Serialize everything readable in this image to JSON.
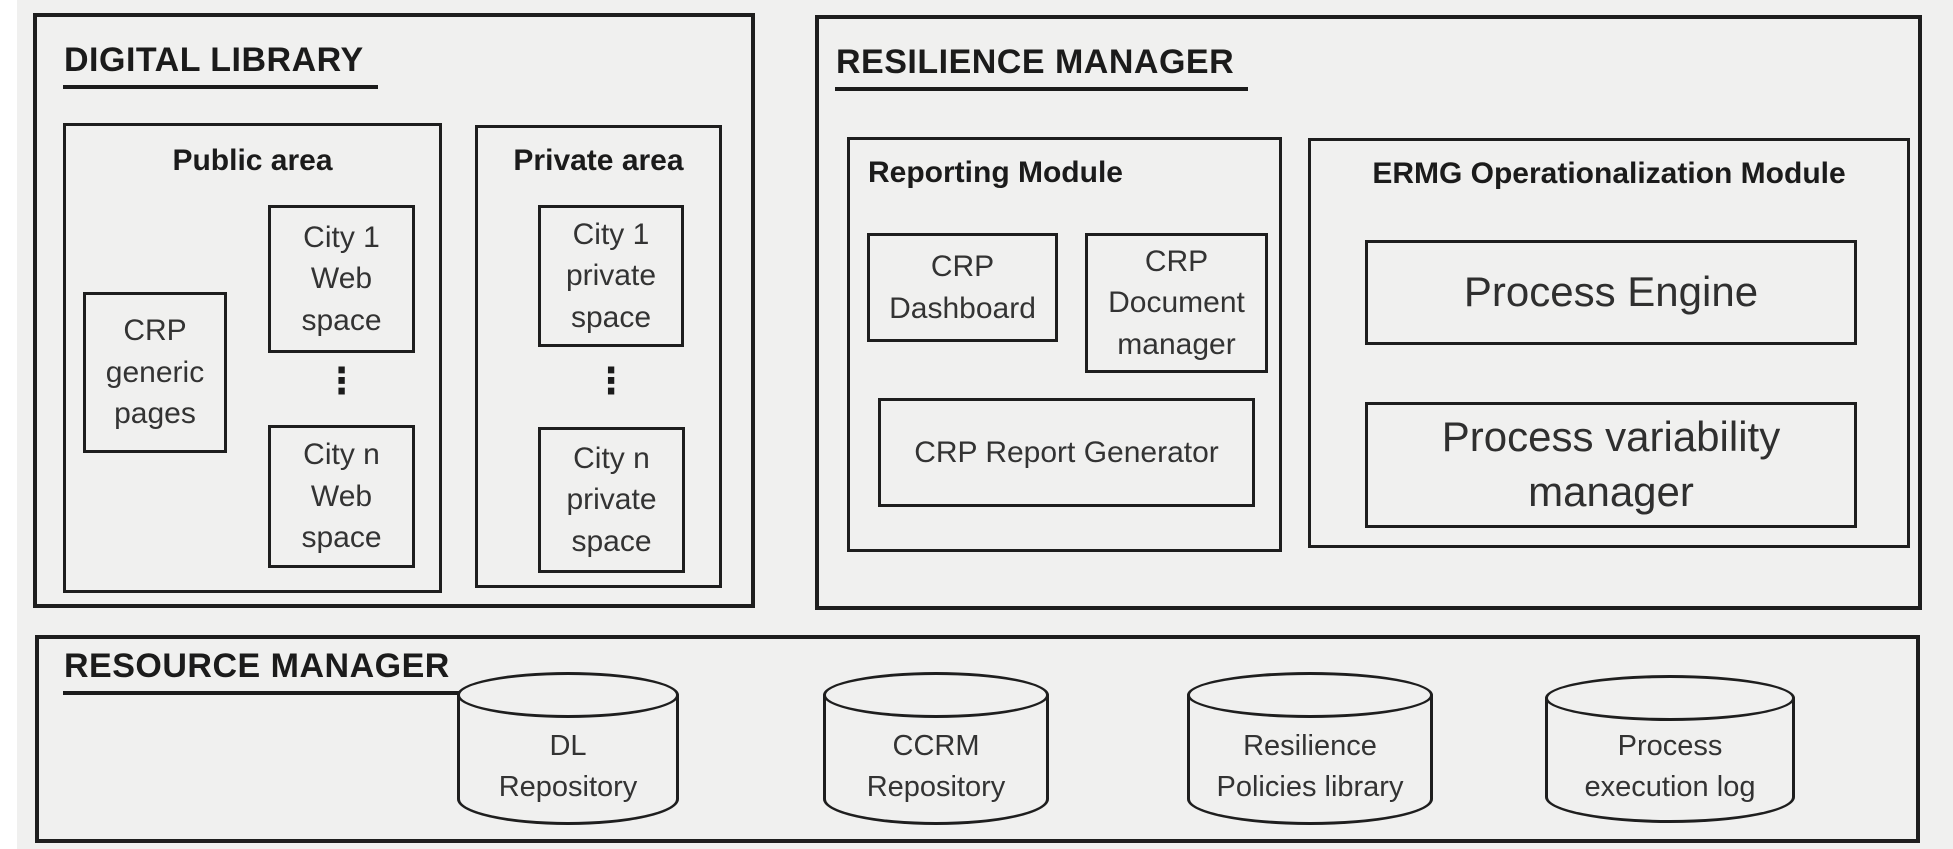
{
  "colors": {
    "background": "#f0f0ef",
    "line": "#1e1e1e",
    "text": "#333333",
    "title_text": "#1b1b1b"
  },
  "digital_library": {
    "title": "DIGITAL LIBRARY",
    "public_area": {
      "title": "Public area",
      "crp_generic_pages": "CRP\ngeneric\npages",
      "city_1": "City 1\nWeb\nspace",
      "ellipsis": "⋮",
      "city_n": "City n\nWeb\nspace"
    },
    "private_area": {
      "title": "Private area",
      "city_1": "City 1\nprivate\nspace",
      "ellipsis": "⋮",
      "city_n": "City n\nprivate\nspace"
    }
  },
  "resilience_manager": {
    "title": "RESILIENCE MANAGER",
    "reporting_module": {
      "title": "Reporting Module",
      "crp_dashboard": "CRP\nDashboard",
      "crp_document_manager": "CRP\nDocument\nmanager",
      "crp_report_generator": "CRP Report Generator"
    },
    "ermg_module": {
      "title": "ERMG Operationalization Module",
      "process_engine": "Process Engine",
      "process_variability_manager": "Process variability\nmanager"
    }
  },
  "resource_manager": {
    "title": "RESOURCE MANAGER",
    "repositories": [
      {
        "label": "DL\nRepository"
      },
      {
        "label": "CCRM\nRepository"
      },
      {
        "label": "Resilience\nPolicies library"
      },
      {
        "label": "Process\nexecution log"
      }
    ]
  }
}
